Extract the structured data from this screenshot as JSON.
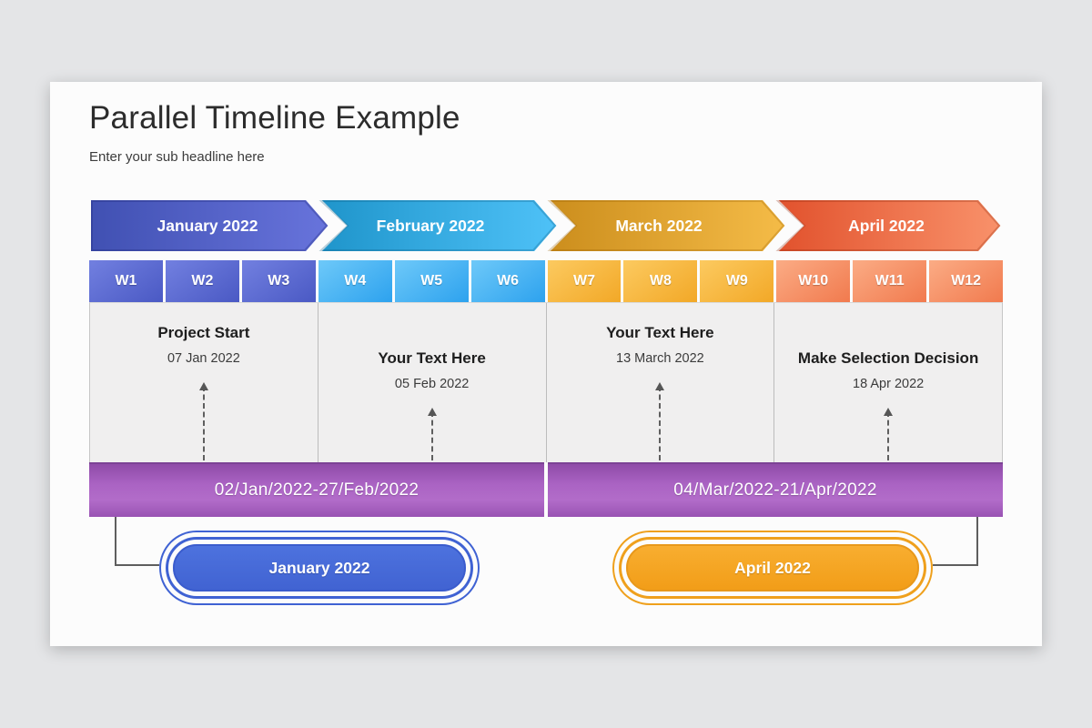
{
  "slide": {
    "title": "Parallel Timeline Example",
    "subtitle": "Enter your sub headline here"
  },
  "months": [
    {
      "label": "January 2022",
      "gradient": [
        "#4050b2",
        "#6874dc"
      ]
    },
    {
      "label": "February 2022",
      "gradient": [
        "#1e94ca",
        "#4fc2f8"
      ]
    },
    {
      "label": "March 2022",
      "gradient": [
        "#cb8d1c",
        "#f5bc48"
      ]
    },
    {
      "label": "April 2022",
      "gradient": [
        "#e1512c",
        "#f9926b"
      ]
    }
  ],
  "weeks": [
    {
      "label": "W1"
    },
    {
      "label": "W2"
    },
    {
      "label": "W3"
    },
    {
      "label": "W4"
    },
    {
      "label": "W5"
    },
    {
      "label": "W6"
    },
    {
      "label": "W7"
    },
    {
      "label": "W8"
    },
    {
      "label": "W9"
    },
    {
      "label": "W10"
    },
    {
      "label": "W11"
    },
    {
      "label": "W12"
    }
  ],
  "events": [
    {
      "title": "Project Start",
      "date": "07 Jan 2022",
      "position": "high"
    },
    {
      "title": "Your Text Here",
      "date": "05 Feb 2022",
      "position": "low"
    },
    {
      "title": "Your Text Here",
      "date": "13 March 2022",
      "position": "high"
    },
    {
      "title": "Make Selection Decision",
      "date": "18 Apr 2022",
      "position": "low"
    }
  ],
  "ranges": [
    {
      "label": "02/Jan/2022-27/Feb/2022"
    },
    {
      "label": "04/Mar/2022-21/Apr/2022"
    }
  ],
  "callouts": [
    {
      "label": "January 2022",
      "color": "#3f62d3"
    },
    {
      "label": "April 2022",
      "color": "#efa01c"
    }
  ],
  "colors": {
    "page_background": "#e4e5e7",
    "card_background": "#fcfcfc",
    "events_background": "#f0efef",
    "range_purple": "#a660c1",
    "week_group_1": "#5564cf",
    "week_group_2": "#41acf1",
    "week_group_3": "#f6b13a",
    "week_group_4": "#f68d62",
    "connector": "#5e5e5e"
  }
}
